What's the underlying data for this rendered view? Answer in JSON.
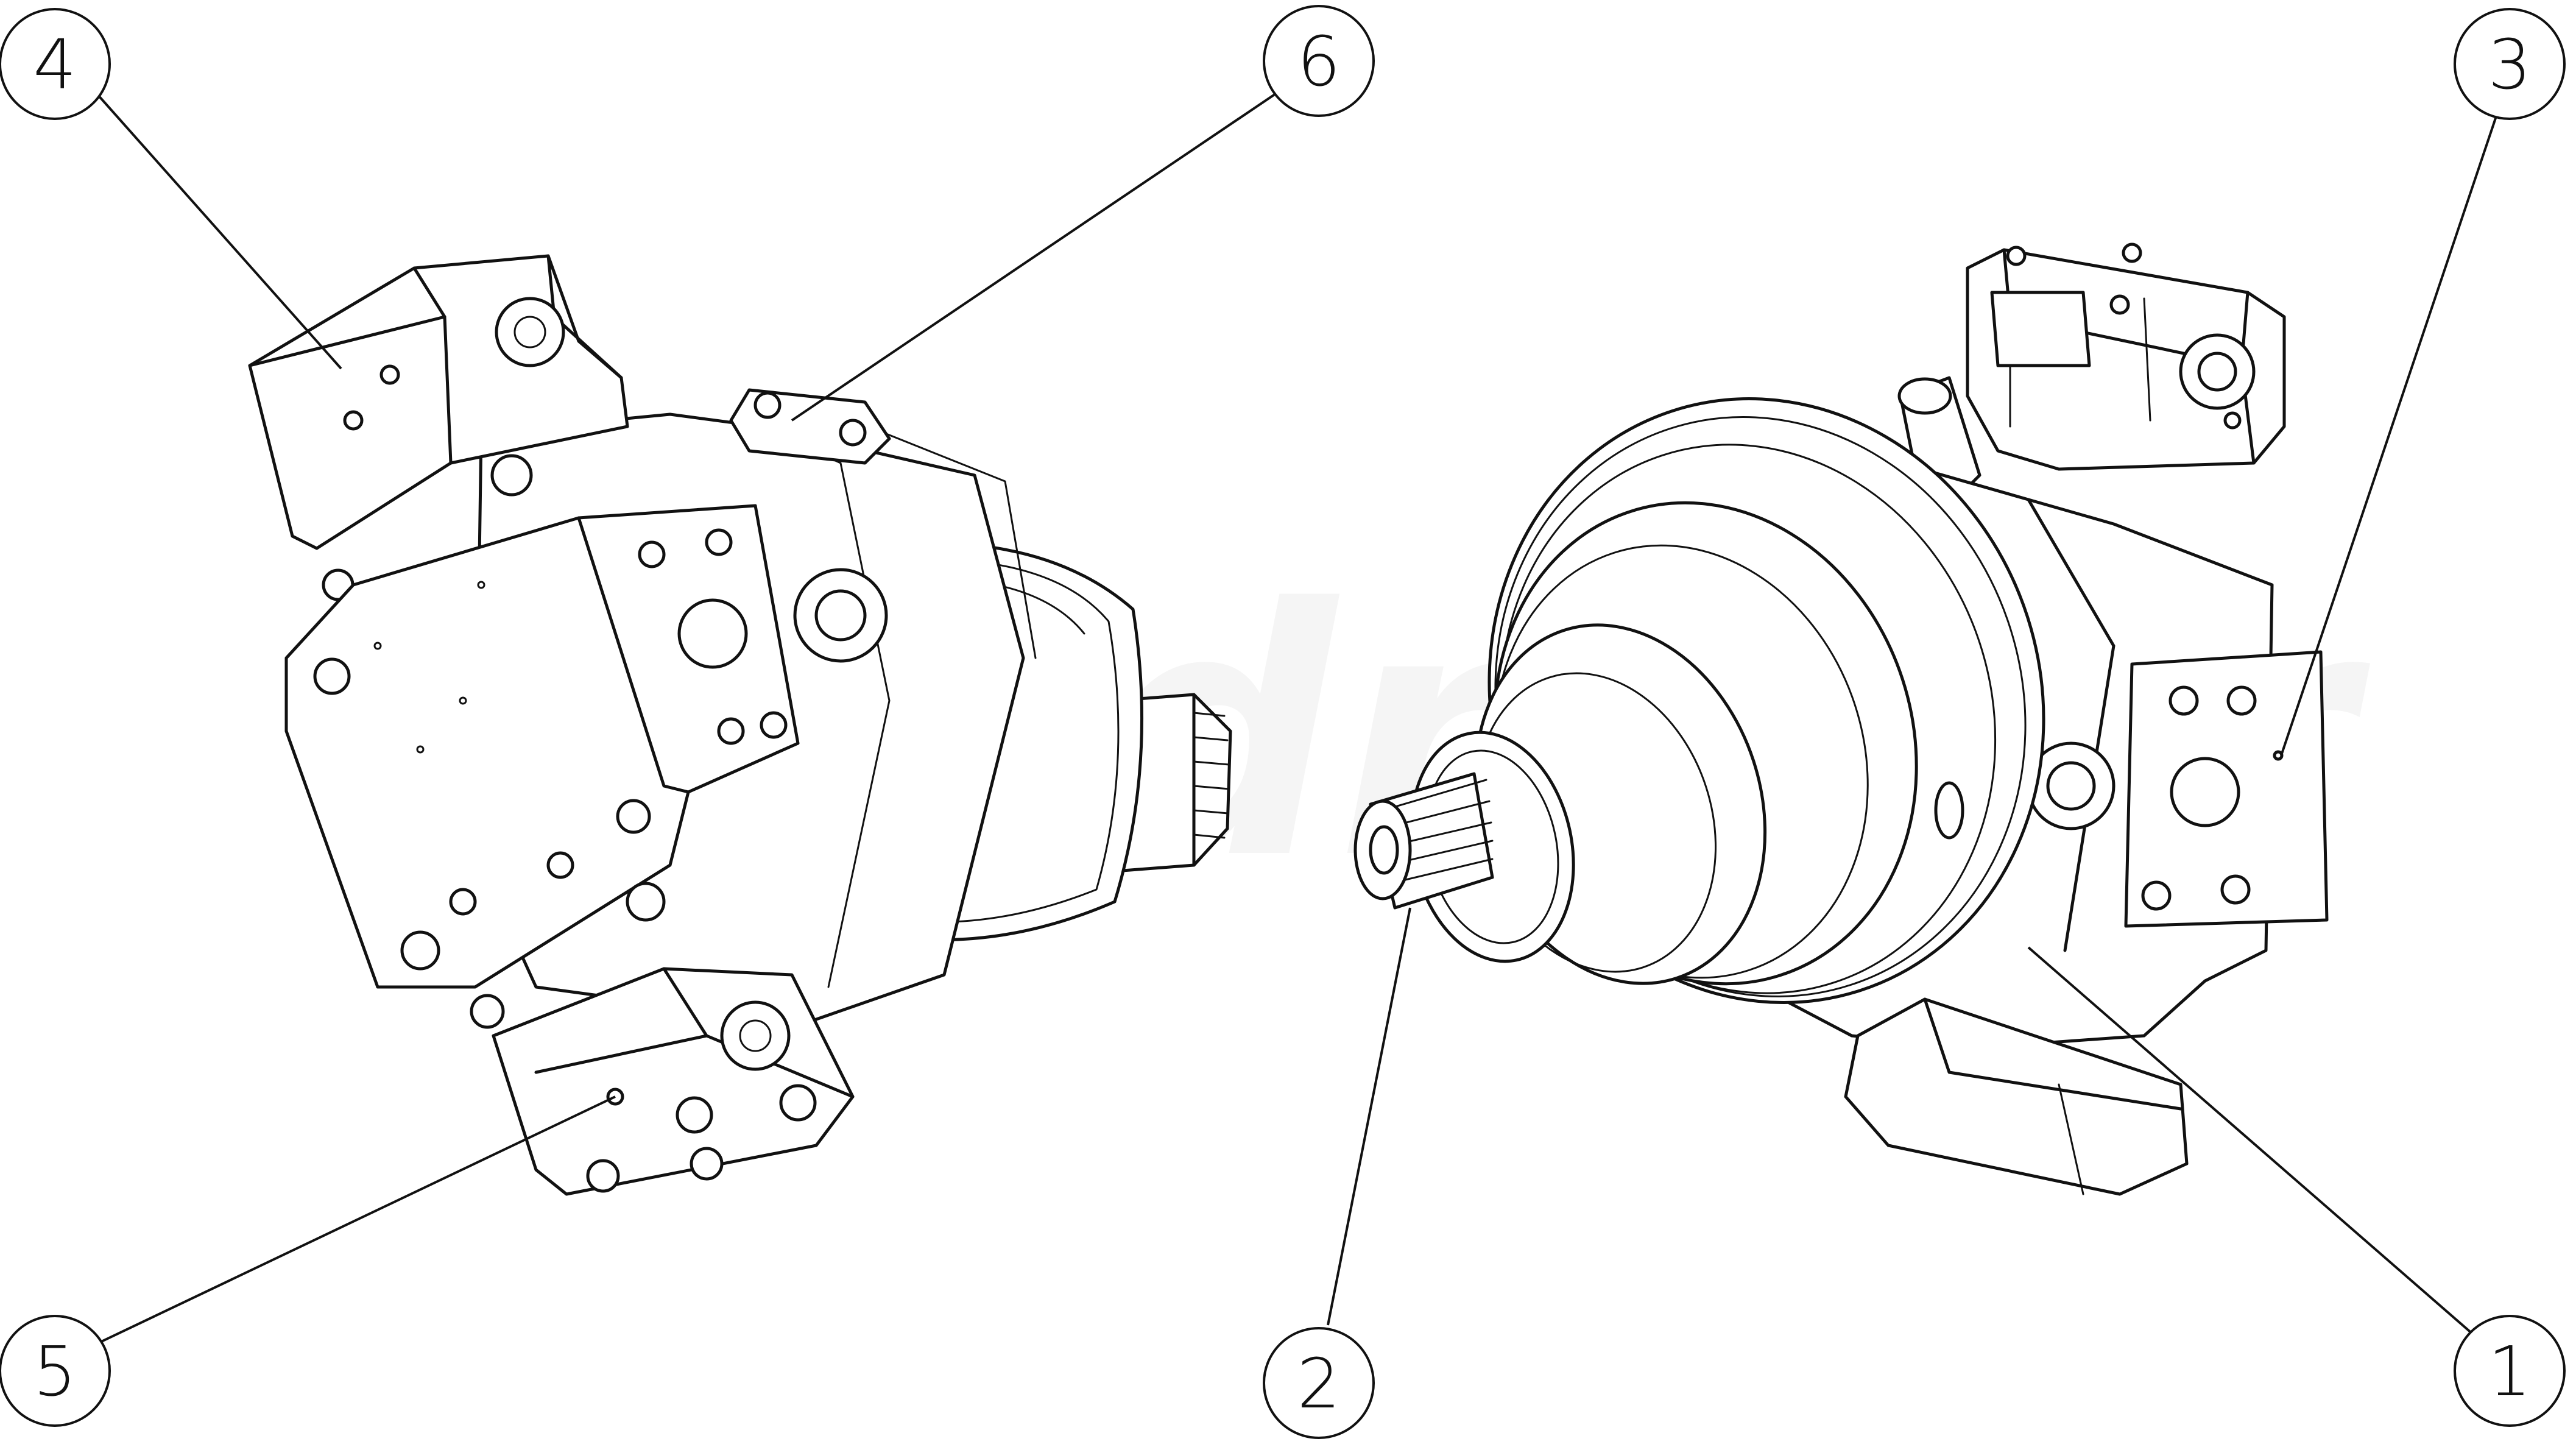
{
  "watermark": {
    "text": "Hydrakor"
  },
  "callouts": [
    {
      "id": "1",
      "label": "1"
    },
    {
      "id": "2",
      "label": "2"
    },
    {
      "id": "3",
      "label": "3"
    },
    {
      "id": "4",
      "label": "4"
    },
    {
      "id": "5",
      "label": "5"
    },
    {
      "id": "6",
      "label": "6"
    }
  ],
  "colors": {
    "line": "#111111",
    "background": "#ffffff"
  }
}
